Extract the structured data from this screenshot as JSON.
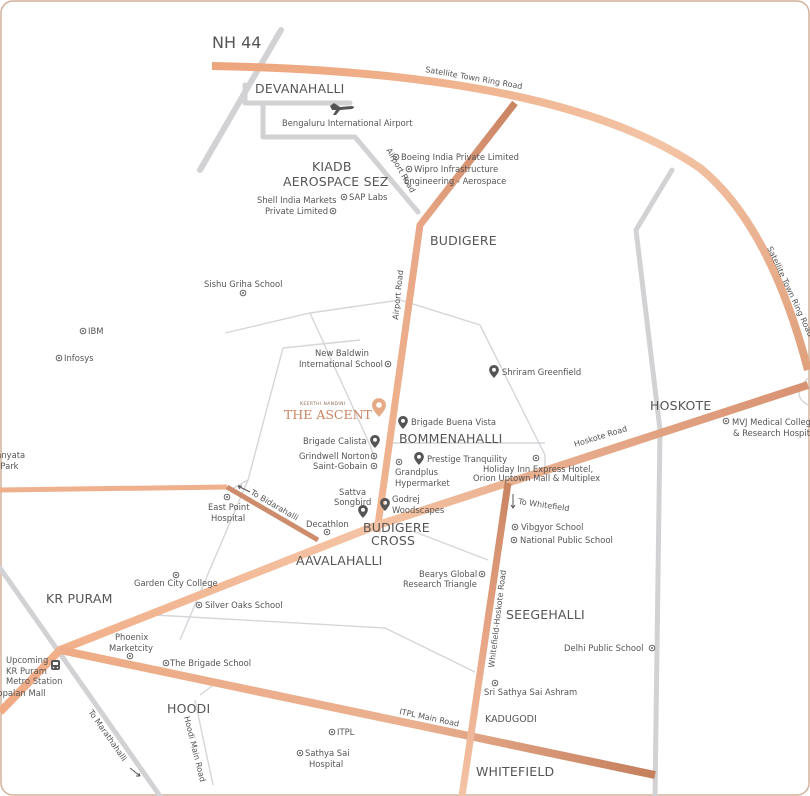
{
  "project": {
    "brand": "KEERTHI NANDINI",
    "name": "THE ASCENT",
    "pin_color": "#e0a57f"
  },
  "colors": {
    "road_primary": "#eeb38f",
    "road_dark": "#c98462",
    "road_minor": "#d2d2d4",
    "text": "#555555",
    "border": "#c89a7a"
  },
  "highways": {
    "nh44": "NH 44"
  },
  "areas": {
    "devanahalli": "DEVANAHALLI",
    "kiadb_1": "KIADB",
    "kiadb_2": "AEROSPACE SEZ",
    "budigere": "BUDIGERE",
    "bommenahalli": "BOMMENAHALLI",
    "hoskote": "HOSKOTE",
    "budigere_cross_1": "BUDIGERE",
    "budigere_cross_2": "CROSS",
    "aavalahalli": "AAVALAHALLI",
    "kr_puram": "KR PURAM",
    "seegehalli": "SEEGEHALLI",
    "hoodi": "HOODI",
    "kadugodi": "KADUGODI",
    "whitefield": "WHITEFIELD"
  },
  "roads": {
    "satellite_top": "Satellite Town Ring Road",
    "satellite_right": "Satellite Town Ring Road",
    "airport_upper": "Airport Road",
    "airport_lower": "Airport Road",
    "hoskote_road": "Hoskote Road",
    "to_bidarahalli": "To Bidarahalli",
    "to_whitefield": "To Whitefield",
    "whitefield_hoskote": "Whitefield-Hoskote Road",
    "itpl_main": "ITPL Main Road",
    "hoodi_main": "Hoodi Main Road",
    "to_marathahalli": "To Marathahalli"
  },
  "pois": {
    "airport": "Bengaluru International Airport",
    "boeing": "Boeing India Private Limited",
    "wipro_1": "Wipro Infrastructure",
    "wipro_2": "Engineering - Aerospace",
    "sap": "SAP Labs",
    "shell_1": "Shell India Markets",
    "shell_2": "Private Limited",
    "sishu": "Sishu Griha School",
    "ibm": "IBM",
    "infosys": "Infosys",
    "baldwin_1": "New Baldwin",
    "baldwin_2": "International School",
    "grindwell_1": "Grindwell Norton",
    "grindwell_2": "Saint-Gobain",
    "grandplus_1": "Grandplus",
    "grandplus_2": "Hypermarket",
    "holiday_1": "Holiday Inn Express Hotel,",
    "holiday_2": "Orion Uptown Mall & Multiplex",
    "mvj_1": "MVJ Medical College",
    "mvj_2": "& Research Hospital",
    "east_point_1": "East Point",
    "east_point_2": "Hospital",
    "decathlon": "Decathlon",
    "vibgyor": "Vibgyor School",
    "nps": "National Public School",
    "bearys_1": "Bearys Global",
    "bearys_2": "Research Triangle",
    "garden_city": "Garden City College",
    "silver_oaks": "Silver Oaks School",
    "phoenix_1": "Phoenix",
    "phoenix_2": "Marketcity",
    "brigade_school": "The Brigade School",
    "metro_1": "Upcoming",
    "metro_2": "KR Puram",
    "metro_3": "Metro Station",
    "gopalan": "Gopalan Mall",
    "manyata_1": "Manyata",
    "manyata_2": "Tech Park",
    "dps": "Delhi Public School",
    "sathya_ashram": "Sri Sathya Sai Ashram",
    "itpl": "ITPL",
    "sathya_hosp_1": "Sathya Sai",
    "sathya_hosp_2": "Hospital"
  },
  "projects": {
    "shriram": "Shriram Greenfield",
    "buena_vista": "Brigade Buena Vista",
    "calista": "Brigade Calista",
    "prestige": "Prestige Tranquility",
    "sattva_1": "Sattva",
    "sattva_2": "Songbird",
    "godrej_1": "Godrej",
    "godrej_2": "Woodscapes"
  }
}
